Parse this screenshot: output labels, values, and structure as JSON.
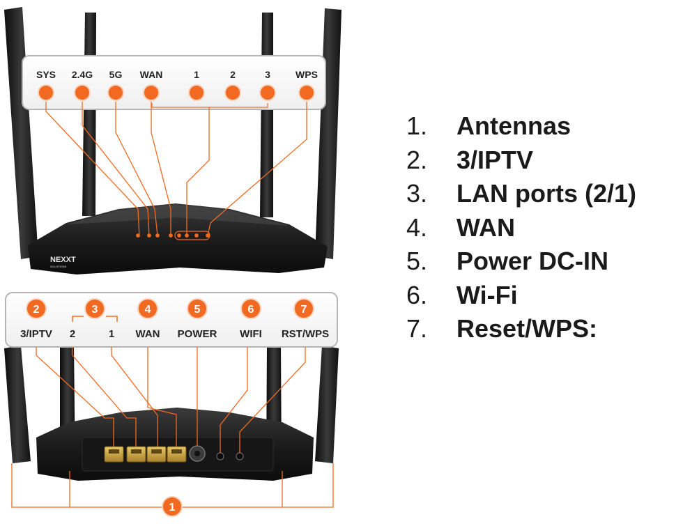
{
  "front_panel": {
    "leds": [
      {
        "label": "SYS"
      },
      {
        "label": "2.4G"
      },
      {
        "label": "5G"
      },
      {
        "label": "WAN"
      },
      {
        "label": "1"
      },
      {
        "label": "2"
      },
      {
        "label": "3"
      },
      {
        "label": "WPS"
      }
    ],
    "brand_logo_text": "NEXXT",
    "brand_logo_sub": "SOLUTIONS"
  },
  "back_panel": {
    "badges": [
      "2",
      "3",
      "4",
      "5",
      "6",
      "7"
    ],
    "port_labels": [
      "3/IPTV",
      "2",
      "1",
      "WAN",
      "POWER",
      "WIFI",
      "RST/WPS"
    ],
    "antenna_badge": "1"
  },
  "legend": [
    {
      "number": "1.",
      "label": "Antennas"
    },
    {
      "number": "2.",
      "label": "3/IPTV"
    },
    {
      "number": "3.",
      "label": "LAN ports (2/1)"
    },
    {
      "number": "4.",
      "label": "WAN"
    },
    {
      "number": "5.",
      "label": "Power DC-IN"
    },
    {
      "number": "6.",
      "label": "Wi-Fi"
    },
    {
      "number": "7.",
      "label": "Reset/WPS:"
    }
  ],
  "colors": {
    "accent_orange": "#f26a21",
    "router_black": "#1b1b1b",
    "panel_border": "#b5b5b5",
    "port_yellow": "#d9b23a"
  }
}
